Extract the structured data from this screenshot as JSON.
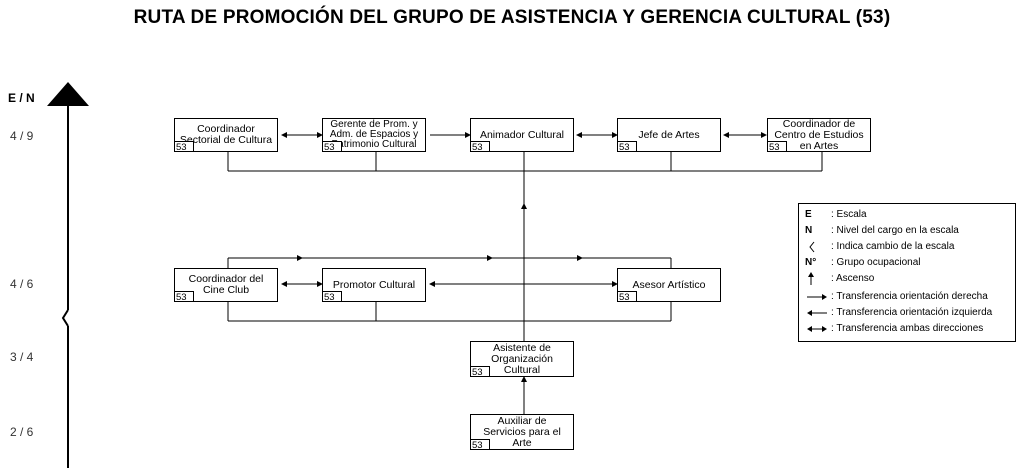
{
  "title": "RUTA DE PROMOCIÓN DEL GRUPO DE ASISTENCIA Y GERENCIA CULTURAL (53)",
  "axis_label": "E / N",
  "levels": [
    "4 / 9",
    "4 / 6",
    "3 / 4",
    "2 / 6"
  ],
  "boxes": {
    "coord_sectorial": {
      "name": "Coordinador Sectorial de Cultura",
      "code": "53"
    },
    "gerente_prom": {
      "name": "Gerente de Prom. y Adm. de Espacios y Patrimonio Cultural",
      "code": "53"
    },
    "animador": {
      "name": "Animador Cultural",
      "code": "53"
    },
    "jefe_artes": {
      "name": "Jefe de Artes",
      "code": "53"
    },
    "coord_centro": {
      "name": "Coordinador de Centro de Estudios en Artes",
      "code": "53"
    },
    "coord_cine": {
      "name": "Coordinador del Cine Club",
      "code": "53"
    },
    "promotor": {
      "name": "Promotor Cultural",
      "code": "53"
    },
    "asesor": {
      "name": "Asesor Artístico",
      "code": "53"
    },
    "asistente": {
      "name": "Asistente de Organización Cultural",
      "code": "53"
    },
    "auxiliar": {
      "name": "Auxiliar de Servicios para el Arte",
      "code": "53"
    }
  },
  "legend": [
    {
      "symbol": "E",
      "text": ": Escala"
    },
    {
      "symbol": "N",
      "text": ": Nivel del cargo en la escala"
    },
    {
      "symbol": "",
      "icon": "scale-change-icon",
      "text": ": Indica cambio de la escala"
    },
    {
      "symbol": "N°",
      "text": ": Grupo ocupacional"
    },
    {
      "symbol": "",
      "icon": "up-arrow-icon",
      "text": ": Ascenso"
    },
    {
      "symbol": "",
      "icon": "right-arrow-icon",
      "text": ": Transferencia orientación derecha"
    },
    {
      "symbol": "",
      "icon": "left-arrow-icon",
      "text": ": Transferencia orientación izquierda"
    },
    {
      "symbol": "",
      "icon": "both-arrow-icon",
      "text": ": Transferencia ambas direcciones"
    }
  ]
}
